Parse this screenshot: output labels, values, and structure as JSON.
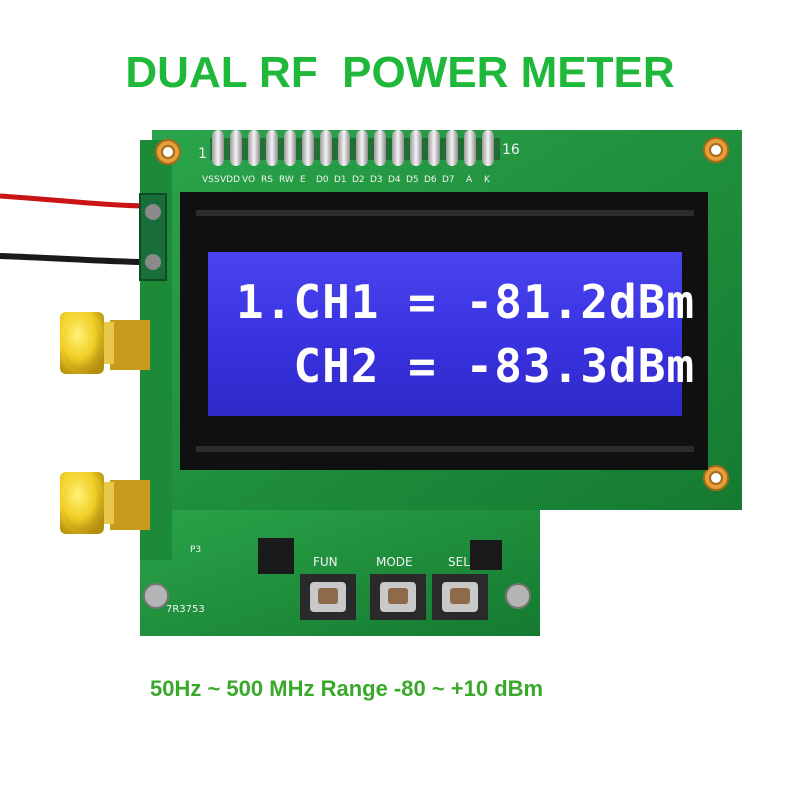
{
  "title": "DUAL RF  POWER METER",
  "caption": "50Hz ~ 500 MHz Range -80 ~ +10 dBm",
  "lcd": {
    "line1": "1.CH1 = -81.2dBm",
    "line2": "  CH2 = -83.3dBm"
  },
  "header_pins": {
    "pin_start": "1",
    "pin_end": "16",
    "labels": [
      "VSS",
      "VDD",
      "VO",
      "RS",
      "RW",
      "E",
      "D0",
      "D1",
      "D2",
      "D3",
      "D4",
      "D5",
      "D6",
      "D7",
      "A",
      "K"
    ]
  },
  "buttons": {
    "fun": "FUN",
    "mode": "MODE",
    "sel": "SEL"
  },
  "board_marking": "P3",
  "board_code": "7R3753",
  "colors": {
    "pcb": "#1f8f3a",
    "lcd_backlight": "#3b35e0",
    "title": "#1fb83a",
    "caption": "#3aa82a",
    "sma_connector": "#f2d22a"
  }
}
